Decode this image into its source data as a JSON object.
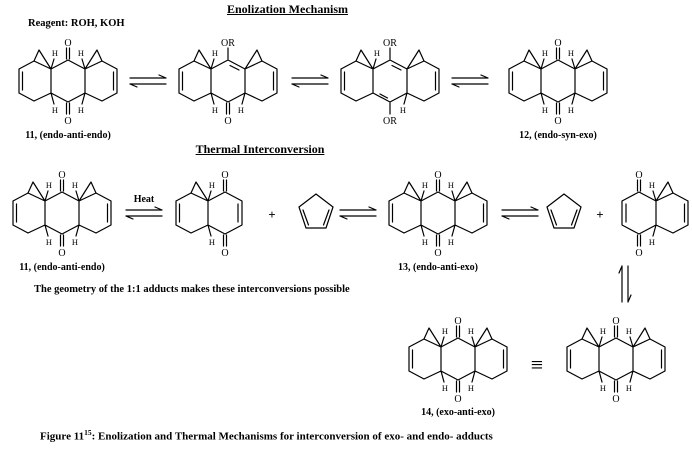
{
  "figure": {
    "enolization": {
      "title": "Enolization Mechanism",
      "reagent": "Reagent: ROH, KOH",
      "label_11": "11, (endo-anti-endo)",
      "label_12": "12, (endo-syn-exo)"
    },
    "thermal": {
      "title": "Thermal Interconversion",
      "heat": "Heat",
      "plus": "+",
      "equiv": "≡",
      "label_11": "11, (endo-anti-endo)",
      "label_13": "13, (endo-anti-exo)",
      "label_14": "14, (exo-anti-exo)"
    },
    "note": "The geometry of the 1:1 adducts makes these interconversions possible",
    "caption": {
      "figure": "Figure 11",
      "sup": "15",
      "rest": ": Enolization and Thermal Mechanisms for interconversion of exo- and endo- adducts"
    }
  },
  "atoms": {
    "O": "O",
    "OR": "OR",
    "H": "H"
  }
}
